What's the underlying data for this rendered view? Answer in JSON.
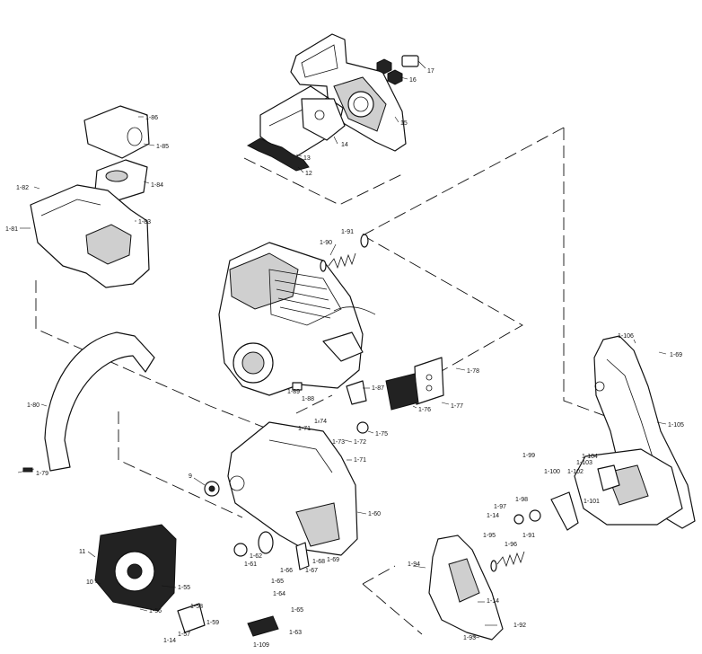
{
  "labels": {
    "p17": "17",
    "p16": "16",
    "p15": "15",
    "p14": "14",
    "p13": "13",
    "p12": "12",
    "p1_86": "1-86",
    "p1_85": "1-85",
    "p1_84": "1-84",
    "p1_82": "1-82",
    "p1_83": "1-83",
    "p1_81": "1-81",
    "p1_91": "1-91",
    "p1_90": "1-90",
    "p1_106": "1-106",
    "p1_69a": "1-69",
    "p1_105": "1-105",
    "p1_78": "1-78",
    "p1_87": "1-87",
    "p1_89": "1-89",
    "p1_88": "1-88",
    "p1_76": "1-76",
    "p1_77": "1-77",
    "p1_74": "1-74",
    "p1_75": "1-75",
    "p1_71a": "1-71",
    "p1_73": "1-73",
    "p1_72": "1-72",
    "p1_71b": "1-71",
    "p1_80": "1-80",
    "p1_79": "1-79",
    "p9": "9",
    "p1_60": "1-60",
    "p1_99": "1-99",
    "p1_104": "1-104",
    "p1_103": "1-103",
    "p1_100": "1-100",
    "p1_102": "1-102",
    "p1_101": "1-101",
    "p1_98": "1-98",
    "p1_97": "1-97",
    "p1_14a": "1-14",
    "p1_95": "1-95",
    "p1_91b": "1-91",
    "p1_96": "1-96",
    "p1_94": "1-94",
    "p1_14b": "1-14",
    "p1_92": "1-92",
    "p1_93": "1-93",
    "p11": "11",
    "p10": "10",
    "p1_55": "1-55",
    "p1_56": "1-56",
    "p1_62": "1-62",
    "p1_61": "1-61",
    "p1_66": "1-66",
    "p1_67": "1-67",
    "p1_68": "1-68",
    "p1_69b": "1-69",
    "p1_65a": "1-65",
    "p1_64": "1-64",
    "p1_65b": "1-65",
    "p1_58": "1-58",
    "p1_59": "1-59",
    "p1_57": "1-57",
    "p1_14c": "1-14",
    "p1_63": "1-63",
    "p1_109": "1-109"
  }
}
